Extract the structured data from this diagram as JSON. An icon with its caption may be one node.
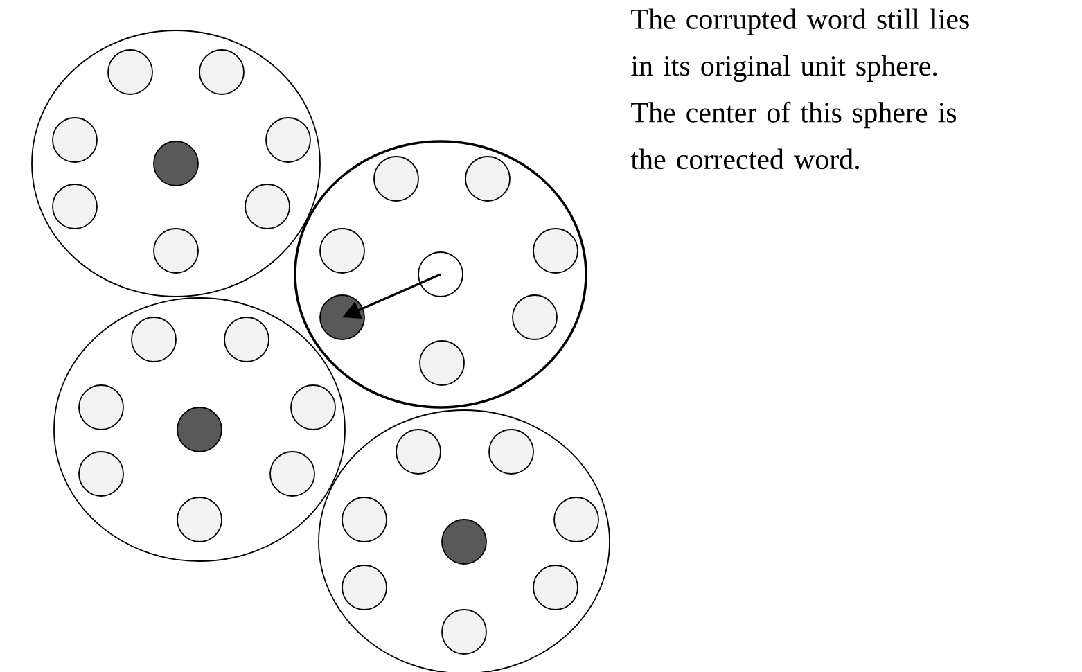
{
  "diagram": {
    "nodes": [
      {
        "text": [],
        "shape": "circle"
      },
      {
        "text": [],
        "shape": "circle",
        "in": 0
      },
      {
        "text": [],
        "shape": "circle",
        "in": 0
      },
      {
        "text": [],
        "shape": "circle",
        "in": 0
      },
      {
        "text": [],
        "shape": "circle",
        "in": 0
      },
      {
        "text": [],
        "shape": "circle",
        "in": 0
      },
      {
        "text": [],
        "shape": "circle",
        "in": 0
      },
      {
        "text": [],
        "shape": "circle",
        "in": 0
      },
      {
        "text": [],
        "shape": "circle",
        "in": 0
      },
      {
        "text": [],
        "shape": "circle"
      },
      {
        "text": [],
        "shape": "circle",
        "in": 9
      },
      {
        "text": [],
        "shape": "circle",
        "in": 9
      },
      {
        "text": [],
        "shape": "circle",
        "in": 9
      },
      {
        "text": [],
        "shape": "circle",
        "in": 9
      },
      {
        "text": [],
        "shape": "circle",
        "in": 9
      },
      {
        "text": [],
        "shape": "circle",
        "in": 9
      },
      {
        "text": [],
        "shape": "circle",
        "in": 9
      },
      {
        "text": [],
        "shape": "circle",
        "in": 9
      },
      {
        "text": [],
        "shape": "circle"
      },
      {
        "text": [],
        "shape": "circle",
        "in": 18
      },
      {
        "text": [],
        "shape": "circle",
        "in": 18
      },
      {
        "text": [],
        "shape": "circle",
        "in": 18
      },
      {
        "text": [],
        "shape": "circle",
        "in": 18
      },
      {
        "text": [],
        "shape": "circle",
        "in": 18
      },
      {
        "text": [],
        "shape": "circle",
        "in": 18
      },
      {
        "text": [],
        "shape": "circle",
        "in": 18
      },
      {
        "text": [],
        "shape": "circle",
        "in": 18
      },
      {
        "text": [],
        "shape": "circle"
      },
      {
        "text": [],
        "shape": "circle",
        "in": 27
      },
      {
        "text": [],
        "shape": "circle",
        "in": 27
      },
      {
        "text": [],
        "shape": "circle",
        "in": 27
      },
      {
        "text": [],
        "shape": "circle",
        "in": 27
      },
      {
        "text": [],
        "shape": "circle",
        "in": 27
      },
      {
        "text": [],
        "shape": "circle",
        "in": 27
      },
      {
        "text": [],
        "shape": "circle",
        "in": 27
      },
      {
        "text": [],
        "shape": "circle",
        "in": 27
      }
    ],
    "edges": [
      {
        "from": 12,
        "to": 14,
        "arrow": "to"
      }
    ],
    "labels": [
      "The corrupted word still lies in its original unit sphere.  The center of this sphere is the corrected word."
    ]
  }
}
